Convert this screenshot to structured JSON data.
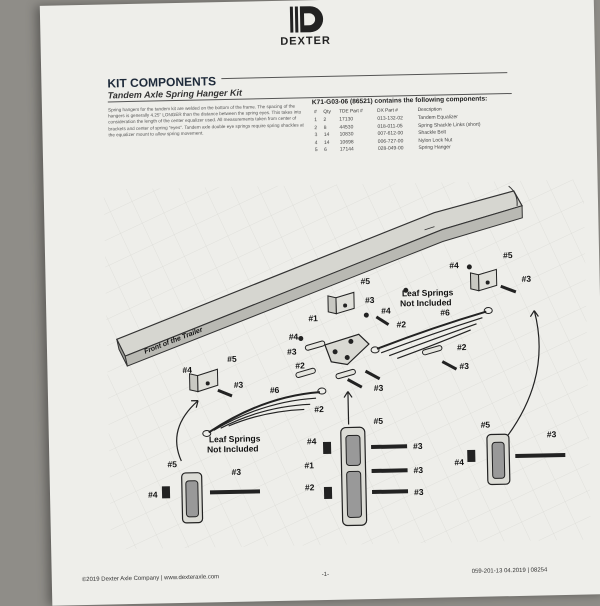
{
  "brand": {
    "name": "DEXTER"
  },
  "heading": {
    "title": "KIT COMPONENTS",
    "subtitle": "Tandem Axle Spring Hanger Kit"
  },
  "description": "Spring hangers for the tandem kit are welded on the bottom of the frame. The spacing of the hangers is generally 4.25\" LONGER than the distance between the spring eyes. This takes into consideration the length of the center equalizer used. All measurements taken from center of brackets and center of spring \"eyes\". Tandem axle double eye springs require spring shackles at the equalizer mount to allow spring movement.",
  "kit": {
    "header": "K71-G03-06 (86521) contains the following components:",
    "columns": [
      "#",
      "Qty",
      "TDE Part #",
      "DX Part #",
      "Description"
    ],
    "rows": [
      [
        "1",
        "2",
        "17130",
        "013-132-02",
        "Tandem Equalizer"
      ],
      [
        "2",
        "8",
        "44530",
        "018-011-05",
        "Spring Shackle Links (short)"
      ],
      [
        "3",
        "14",
        "10830",
        "007-612-00",
        "Shackle Bolt"
      ],
      [
        "4",
        "14",
        "10698",
        "006-727-00",
        "Nylon Lock Nut"
      ],
      [
        "5",
        "6",
        "17144",
        "028-049-00",
        "Spring Hanger"
      ]
    ]
  },
  "diagram": {
    "front_label": "Front of the Trailer",
    "leaf_note_top": [
      "Leaf Springs",
      "Not Included"
    ],
    "leaf_note_left": [
      "Leaf Springs",
      "Not Included"
    ],
    "callouts": {
      "n1": "#1",
      "n2": "#2",
      "n3": "#3",
      "n4": "#4",
      "n5": "#5",
      "n6": "#6"
    }
  },
  "footer": {
    "left": "©2019 Dexter Axle Company  |  www.dexteraxle.com",
    "center": "-1-",
    "right": "059-201-13 04.2019  |  08254"
  }
}
